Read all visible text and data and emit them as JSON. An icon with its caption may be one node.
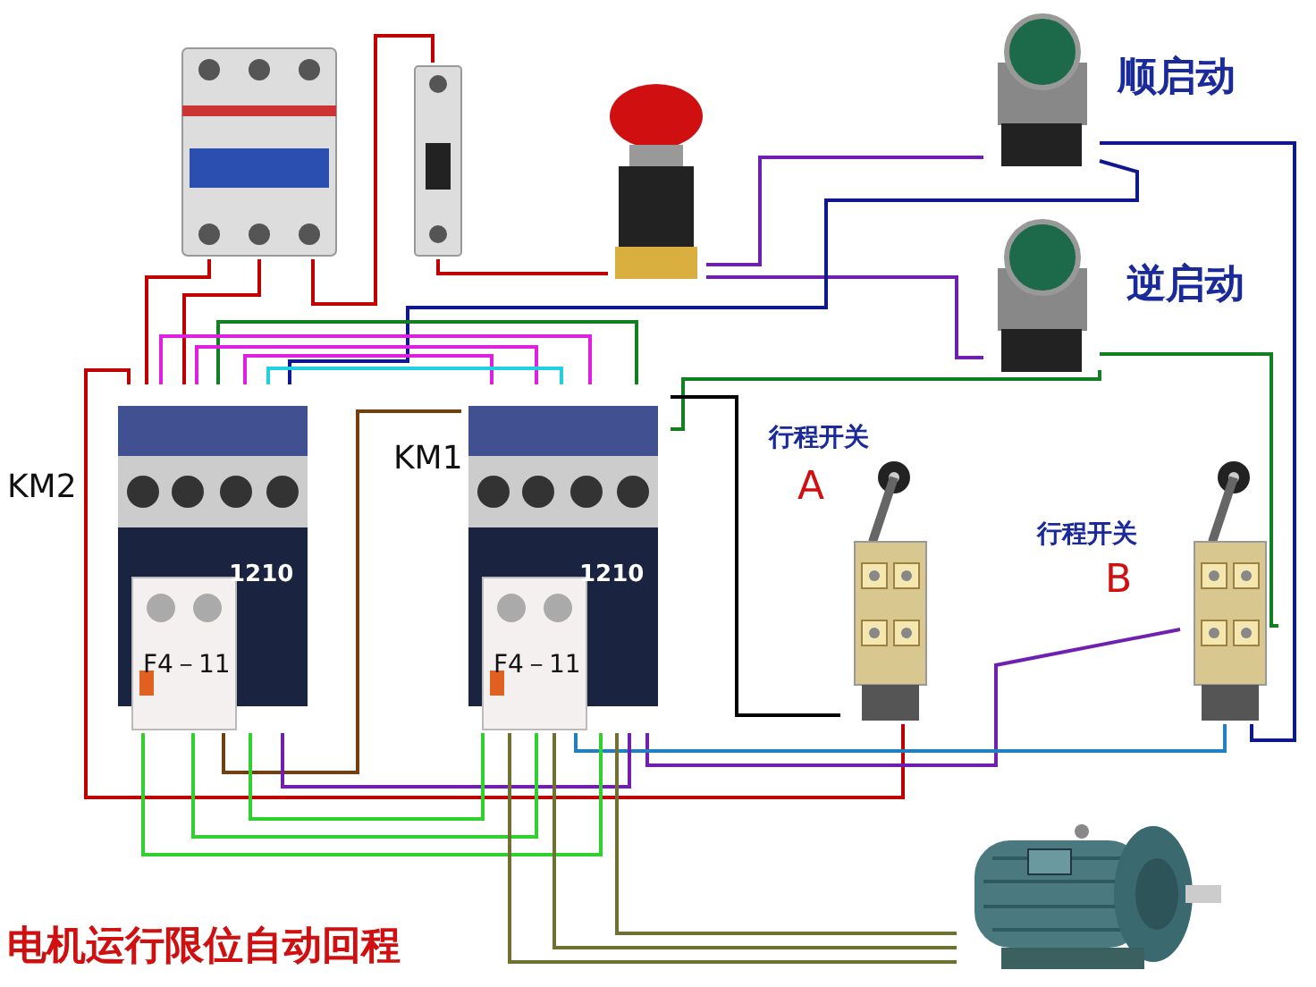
{
  "diagram": {
    "caption": "电机运行限位自动回程",
    "nodes": [
      {
        "text": [],
        "shape": "picture"
      },
      {
        "text": [],
        "shape": "picture"
      },
      {
        "text": [],
        "shape": "picture"
      },
      {
        "text": [],
        "shape": "picture",
        "beside": [
          "顺启动"
        ]
      },
      {
        "text": [],
        "shape": "picture",
        "beside": [
          "逆启动"
        ]
      },
      {
        "text": [
          "1210",
          "F4－11"
        ],
        "beside": [
          "KM2"
        ]
      },
      {
        "text": [
          "1210",
          "F4－11"
        ],
        "beside": [
          "KM1"
        ]
      },
      {
        "text": [],
        "shape": "picture",
        "beside": [
          "行程开关",
          "A"
        ]
      },
      {
        "text": [],
        "shape": "picture",
        "beside": [
          "行程开关",
          "B"
        ]
      },
      {
        "text": [],
        "shape": "picture"
      }
    ],
    "edges": [
      {
        "from": 0,
        "to": 5,
        "arrow": "none",
        "color": "#c00000"
      },
      {
        "from": 0,
        "to": 5,
        "arrow": "none",
        "color": "#c00000"
      },
      {
        "from": 0,
        "to": 1,
        "arrow": "none",
        "color": "#c00000"
      },
      {
        "from": 1,
        "to": 2,
        "arrow": "none",
        "color": "#c00000"
      },
      {
        "from": 2,
        "to": 3,
        "arrow": "none",
        "color": "#7020b0"
      },
      {
        "from": 2,
        "to": 4,
        "arrow": "none",
        "color": "#7020b0"
      },
      {
        "from": 3,
        "to": 8,
        "arrow": "none",
        "color": "#101890"
      },
      {
        "from": 3,
        "to": 5,
        "arrow": "none",
        "color": "#101890"
      },
      {
        "from": 4,
        "to": 6,
        "arrow": "none",
        "color": "#108020"
      },
      {
        "from": 4,
        "to": 8,
        "arrow": "none",
        "color": "#108020"
      },
      {
        "from": 6,
        "to": 5,
        "arrow": "none",
        "color": "#108020"
      },
      {
        "from": 5,
        "to": 6,
        "arrow": "none",
        "color": "#e020e0"
      },
      {
        "from": 5,
        "to": 6,
        "arrow": "none",
        "color": "#e020e0"
      },
      {
        "from": 5,
        "to": 6,
        "arrow": "none",
        "color": "#e020e0"
      },
      {
        "from": 5,
        "to": 6,
        "arrow": "none",
        "color": "#20d0e0"
      },
      {
        "from": 5,
        "to": 6,
        "arrow": "none",
        "color": "#704010"
      },
      {
        "from": 7,
        "to": 6,
        "arrow": "none",
        "color": "#000000"
      },
      {
        "from": 7,
        "to": 5,
        "arrow": "none",
        "color": "#c00000"
      },
      {
        "from": 8,
        "to": 6,
        "arrow": "none",
        "color": "#7020b0"
      },
      {
        "from": 8,
        "to": 6,
        "arrow": "none",
        "color": "#2080c0"
      },
      {
        "from": 5,
        "to": 6,
        "arrow": "none",
        "color": "#7020b0"
      },
      {
        "from": 5,
        "to": 6,
        "arrow": "none",
        "color": "#30d030"
      },
      {
        "from": 5,
        "to": 6,
        "arrow": "none",
        "color": "#30d030"
      },
      {
        "from": 5,
        "to": 6,
        "arrow": "none",
        "color": "#30d030"
      },
      {
        "from": 6,
        "to": 9,
        "arrow": "none",
        "color": "#707030"
      },
      {
        "from": 6,
        "to": 9,
        "arrow": "none",
        "color": "#707030"
      },
      {
        "from": 6,
        "to": 9,
        "arrow": "none",
        "color": "#707030"
      }
    ]
  }
}
